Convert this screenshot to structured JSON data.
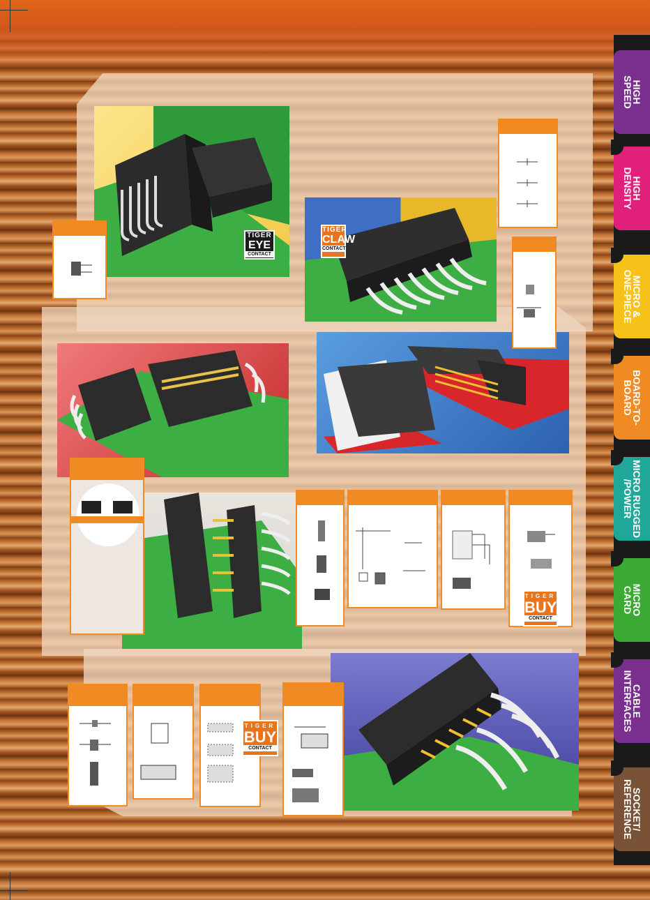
{
  "tabs": [
    {
      "label": "HIGH\nSPEED",
      "color": "#7a2f8e"
    },
    {
      "label": "HIGH\nDENSITY",
      "color": "#e0207a"
    },
    {
      "label": "MICRO &\nONE-PIECE",
      "color": "#f6c21a"
    },
    {
      "label": "BOARD-TO-\nBOARD",
      "color": "#f08a22"
    },
    {
      "label": "MICRO RUGGED\n/POWER",
      "color": "#1fa79a"
    },
    {
      "label": "MICRO\nCARD",
      "color": "#3aaa35"
    },
    {
      "label": "CABLE\nINTERFACES",
      "color": "#7a2f8e"
    },
    {
      "label": "SOCKET/\nREFERENCE",
      "color": "#7a5236"
    }
  ],
  "badges": {
    "tiger_eye": {
      "top": "TIGER",
      "mid": "EYE",
      "bot": "CONTACT"
    },
    "tiger_claw": {
      "top": "TIGER",
      "mid": "CLAW",
      "bot": "CONTACT"
    },
    "tiger_buy_1": {
      "top": "TIGER",
      "mid": "BUY",
      "bot": "CONTACT"
    },
    "tiger_buy_2": {
      "top": "TIGER",
      "mid": "BUY",
      "bot": "CONTACT"
    }
  },
  "colors": {
    "accent": "#f08a22",
    "panel": "#efd8c0"
  }
}
